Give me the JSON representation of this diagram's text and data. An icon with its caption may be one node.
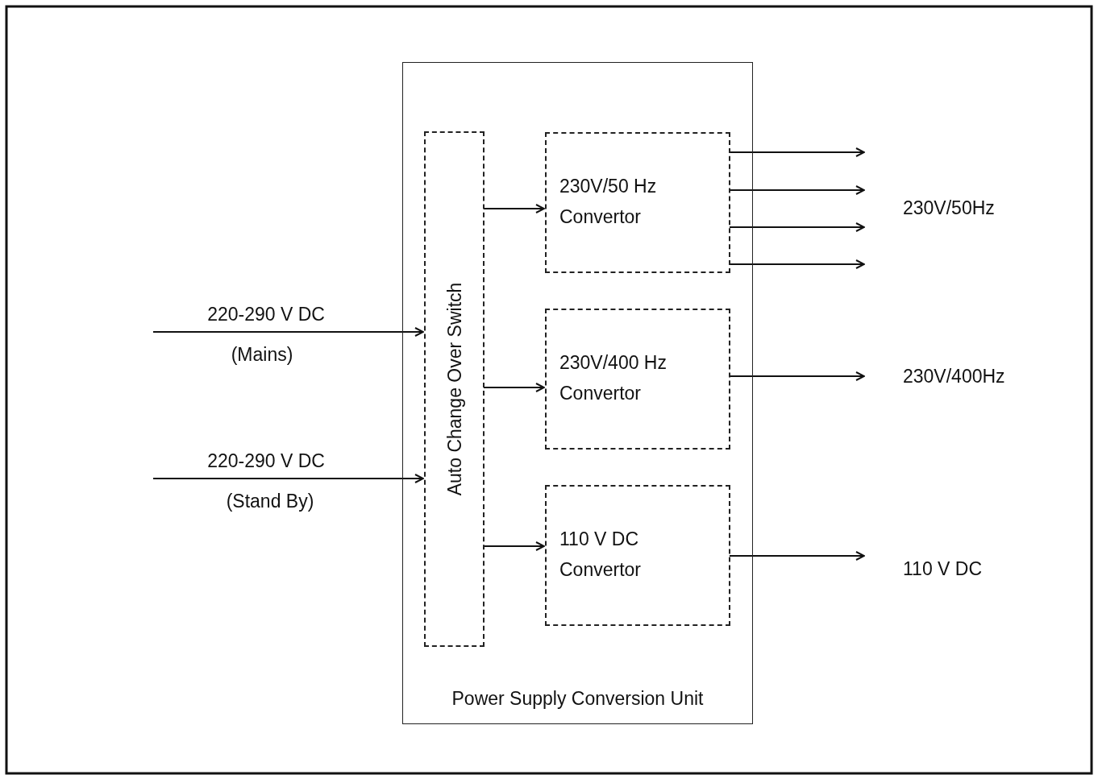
{
  "diagram": {
    "nodes": [
      {
        "text": [
          "Power Supply Conversion Unit"
        ]
      },
      {
        "text": [
          "Auto Change Over Switch"
        ],
        "in": 0
      },
      {
        "text": [
          "230V/50 Hz Convertor"
        ],
        "in": 0
      },
      {
        "text": [
          "230V/400 Hz Convertor"
        ],
        "in": 0
      },
      {
        "text": [
          "110 V DC Convertor"
        ],
        "in": 0
      }
    ],
    "edges": [
      {
        "from": null,
        "to": 1,
        "arrow": "to",
        "label": "220-290 V DC"
      },
      {
        "from": null,
        "to": 1,
        "arrow": "to",
        "label": "220-290 V DC"
      },
      {
        "from": 1,
        "to": 2,
        "arrow": "to"
      },
      {
        "from": 1,
        "to": 3,
        "arrow": "to"
      },
      {
        "from": 1,
        "to": 4,
        "arrow": "to"
      },
      {
        "from": 2,
        "to": null,
        "arrow": "to"
      },
      {
        "from": 2,
        "to": null,
        "arrow": "to"
      },
      {
        "from": 2,
        "to": null,
        "arrow": "to"
      },
      {
        "from": 2,
        "to": null,
        "arrow": "to"
      },
      {
        "from": 3,
        "to": null,
        "arrow": "to"
      },
      {
        "from": 4,
        "to": null,
        "arrow": "to"
      }
    ],
    "labels": [
      "(Mains)",
      "(Stand By)",
      "230V/50Hz",
      "230V/400Hz",
      "110 V DC"
    ]
  }
}
